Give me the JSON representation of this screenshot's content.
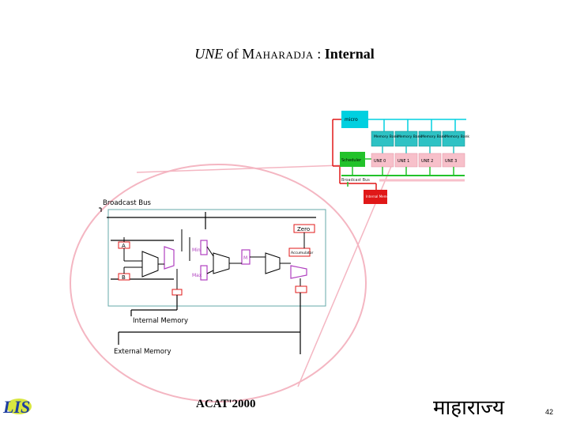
{
  "title": {
    "une": "UNE",
    "of": " of ",
    "machine": "Maharadja",
    "sep": " : ",
    "internal": "Internal"
  },
  "overview": {
    "micro": "micro",
    "memory_banks": [
      "Memory Bank",
      "Memory Bank",
      "Memory Bank",
      "Memory Bank"
    ],
    "scheduler": "Scheduler",
    "units": [
      "UNE 0",
      "UNE 1",
      "UNE 2",
      "UNE 3"
    ],
    "broadcast_label": "Broadcast Bus",
    "iam_unit": "Internal Memory Unit"
  },
  "detail": {
    "broadcast_bus": "Broadcast Bus",
    "zero": "Zero",
    "reg_a": "A",
    "reg_b": "B",
    "min": "Min",
    "m": "M",
    "max": "Max",
    "neg_label": "Accumulator",
    "internal_memory": "Internal Memory",
    "external_memory": "External Memory"
  },
  "footer": {
    "logo": "LIS",
    "conference": "ACAT'2000",
    "hindi": "माहाराज्य",
    "page": "42"
  },
  "colors": {
    "cyan": "#00d0e0",
    "green": "#22c22a",
    "pink": "#f0a8b8",
    "red": "#e01818",
    "magenta": "#b040c0"
  }
}
